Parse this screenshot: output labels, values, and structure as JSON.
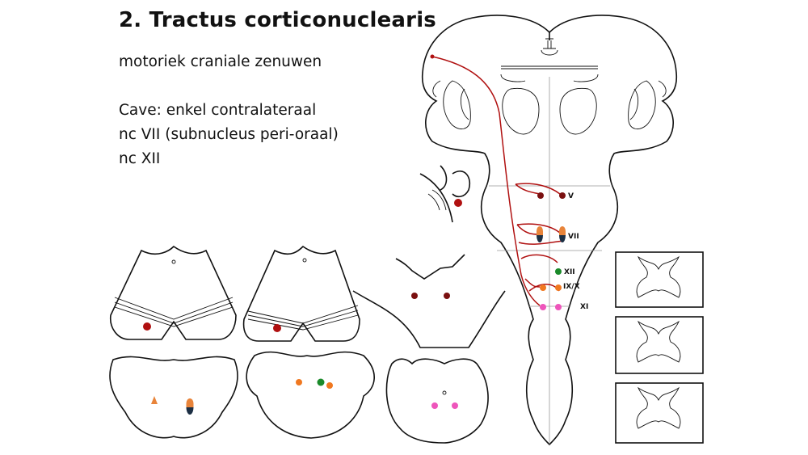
{
  "slide": {
    "title": "2. Tractus corticonuclearis",
    "subtitle": "motoriek craniale zenuwen",
    "notes": [
      "Cave: enkel contralateraal",
      "nc VII (subnucleus peri-oraal)",
      "nc XII"
    ]
  },
  "diagram": {
    "nucleus_labels": {
      "v": "V",
      "vii": "VII",
      "xii": "XII",
      "ix_x": "IX/X",
      "xi": "XI"
    },
    "colors": {
      "tract": "#b01010",
      "nc_v": "#7a1010",
      "nc_vii_top": "#e8843a",
      "nc_vii_bottom": "#1c2f44",
      "nc_xii": "#1a8a2a",
      "nc_ix_x": "#f07820",
      "nc_xi": "#ee55bb"
    }
  }
}
